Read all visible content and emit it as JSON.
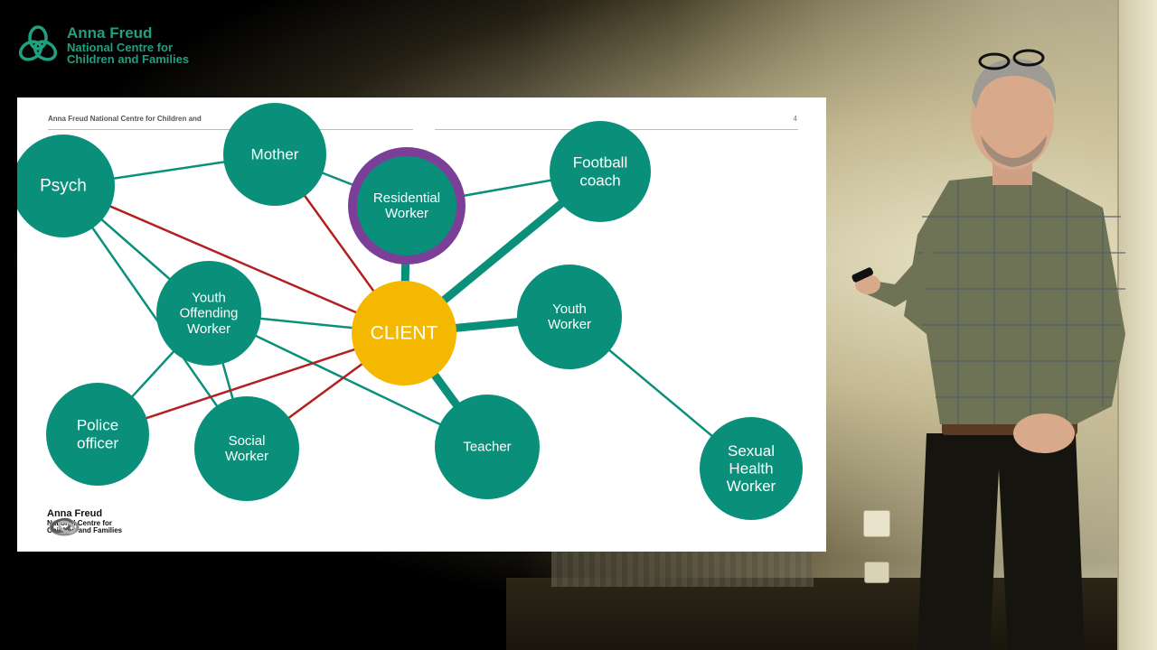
{
  "brand": {
    "line1": "Anna Freud",
    "line2": "National Centre for",
    "line3": "Children and Families",
    "color": "#1fa07e"
  },
  "slide": {
    "header": "Anna Freud National Centre for Children and",
    "page_number": "4",
    "footer": {
      "line1": "Anna Freud",
      "line2": "National Centre for",
      "line3": "Children and Families"
    }
  },
  "diagram": {
    "colors": {
      "node": "#0a907a",
      "center": "#f5b800",
      "highlight_ring": "#7b3f98",
      "link": "#0a907a",
      "red_link": "#b41f1f"
    },
    "nodes": [
      {
        "id": "psych",
        "label": [
          "Psych"
        ]
      },
      {
        "id": "mother",
        "label": [
          "Mother"
        ]
      },
      {
        "id": "residential",
        "label": [
          "Residential",
          "Worker"
        ]
      },
      {
        "id": "football",
        "label": [
          "Football",
          "coach"
        ]
      },
      {
        "id": "yow",
        "label": [
          "Youth",
          "Offending",
          "Worker"
        ]
      },
      {
        "id": "client",
        "label": [
          "CLIENT"
        ]
      },
      {
        "id": "youthworker",
        "label": [
          "Youth",
          "Worker"
        ]
      },
      {
        "id": "police",
        "label": [
          "Police",
          "officer"
        ]
      },
      {
        "id": "social",
        "label": [
          "Social",
          "Worker"
        ]
      },
      {
        "id": "teacher",
        "label": [
          "Teacher"
        ]
      },
      {
        "id": "sexual",
        "label": [
          "Sexual",
          "Health",
          "Worker"
        ]
      }
    ],
    "edges": [
      {
        "from": "psych",
        "to": "mother",
        "color": "teal"
      },
      {
        "from": "mother",
        "to": "residential",
        "color": "teal"
      },
      {
        "from": "residential",
        "to": "football",
        "color": "teal"
      },
      {
        "from": "psych",
        "to": "yow",
        "color": "teal"
      },
      {
        "from": "psych",
        "to": "social",
        "color": "teal"
      },
      {
        "from": "psych",
        "to": "client",
        "color": "red"
      },
      {
        "from": "mother",
        "to": "client",
        "color": "red"
      },
      {
        "from": "yow",
        "to": "client",
        "color": "teal"
      },
      {
        "from": "yow",
        "to": "police",
        "color": "teal"
      },
      {
        "from": "yow",
        "to": "social",
        "color": "teal"
      },
      {
        "from": "yow",
        "to": "teacher",
        "color": "teal"
      },
      {
        "from": "police",
        "to": "client",
        "color": "red"
      },
      {
        "from": "social",
        "to": "client",
        "color": "red"
      },
      {
        "from": "youthworker",
        "to": "sexual",
        "color": "teal"
      },
      {
        "from": "client",
        "to": "residential",
        "color": "teal-thick"
      },
      {
        "from": "client",
        "to": "football",
        "color": "teal-thick"
      },
      {
        "from": "client",
        "to": "youthworker",
        "color": "teal-thick"
      },
      {
        "from": "client",
        "to": "teacher",
        "color": "teal-thick"
      }
    ]
  }
}
